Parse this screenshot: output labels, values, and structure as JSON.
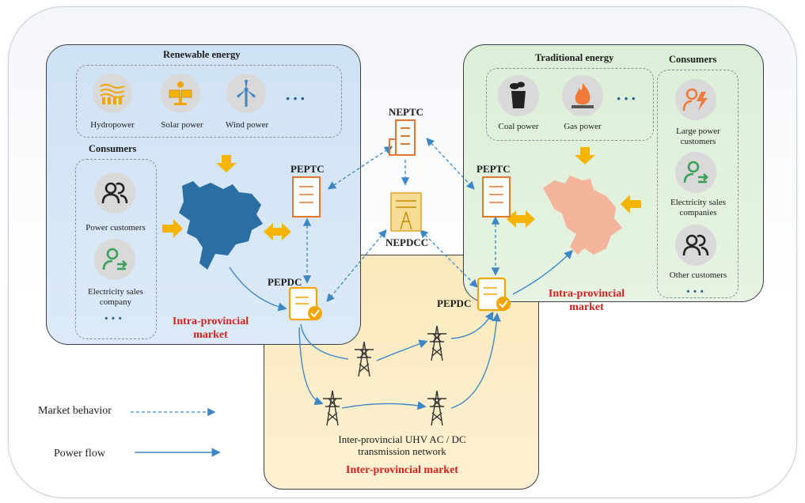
{
  "renewable": {
    "title": "Renewable energy",
    "sources": [
      {
        "label": "Hydropower",
        "icon": "hydropower-icon"
      },
      {
        "label": "Solar power",
        "icon": "solar-panel-icon"
      },
      {
        "label": "Wind power",
        "icon": "wind-turbine-icon"
      }
    ],
    "more": "···"
  },
  "left_consumers": {
    "title": "Consumers",
    "items": [
      {
        "label": "Power customers",
        "icon": "customers-icon"
      },
      {
        "label": "Electricity sales company",
        "icon": "sales-company-icon"
      }
    ],
    "more": "···"
  },
  "traditional": {
    "title": "Traditional energy",
    "sources": [
      {
        "label": "Coal power",
        "icon": "coal-plant-icon"
      },
      {
        "label": "Gas power",
        "icon": "gas-flame-icon"
      }
    ],
    "more": "···"
  },
  "right_consumers": {
    "title": "Consumers",
    "items": [
      {
        "label": "Large power customers",
        "icon": "power-customer-icon"
      },
      {
        "label": "Electricity sales companies",
        "icon": "sales-company-icon"
      },
      {
        "label": "Other customers",
        "icon": "customers-icon"
      }
    ],
    "more": "···"
  },
  "nodes": {
    "neptc": "NEPTC",
    "nepdcc": "NEPDCC",
    "pept_left": "PEPTC",
    "pept_right": "PEPTC",
    "pepdc_left": "PEPDC",
    "pepdc_right": "PEPDC"
  },
  "markets": {
    "intra_left": "Intra-provincial market",
    "intra_right": "Intra-provincial market",
    "inter": "Inter-provincial  market"
  },
  "network_label": "Inter-provincial UHV AC / DC transmission network",
  "legend": {
    "market_behavior": "Market behavior",
    "power_flow": "Power flow"
  },
  "colors": {
    "blue_panel": "#cfe2f5",
    "green_panel": "#dcefd8",
    "yellow_panel": "#fbe9bd",
    "arrow_orange": "#f5b400",
    "flow_blue": "#3d86c6",
    "market_red": "#d41f1f",
    "sichuan_map": "#2b6ea3",
    "jiangsu_map": "#f3b49b"
  }
}
